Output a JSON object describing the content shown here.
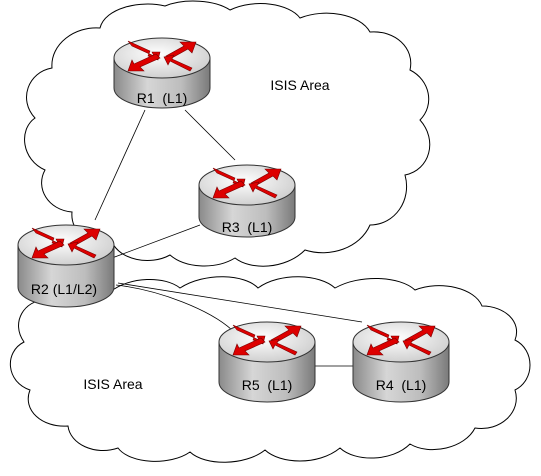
{
  "areas": [
    {
      "id": "top",
      "label": "ISIS Area"
    },
    {
      "id": "bottom",
      "label": "ISIS Area"
    }
  ],
  "routers": [
    {
      "id": "R1",
      "label": "R1  (L1)"
    },
    {
      "id": "R3",
      "label": "R3  (L1)"
    },
    {
      "id": "R2",
      "label": "R2 (L1/L2)"
    },
    {
      "id": "R5",
      "label": "R5  (L1)"
    },
    {
      "id": "R4",
      "label": "R4  (L1)"
    }
  ],
  "links": [
    {
      "from": "R2",
      "to": "R1"
    },
    {
      "from": "R1",
      "to": "R3"
    },
    {
      "from": "R2",
      "to": "R3"
    },
    {
      "from": "R2",
      "to": "R5"
    },
    {
      "from": "R2",
      "to": "R4"
    },
    {
      "from": "R5",
      "to": "R4"
    }
  ],
  "colors": {
    "router_body": "#b9b9b9",
    "router_top": "#f2f2f2",
    "arrow": "#e00000",
    "line": "#000000"
  }
}
